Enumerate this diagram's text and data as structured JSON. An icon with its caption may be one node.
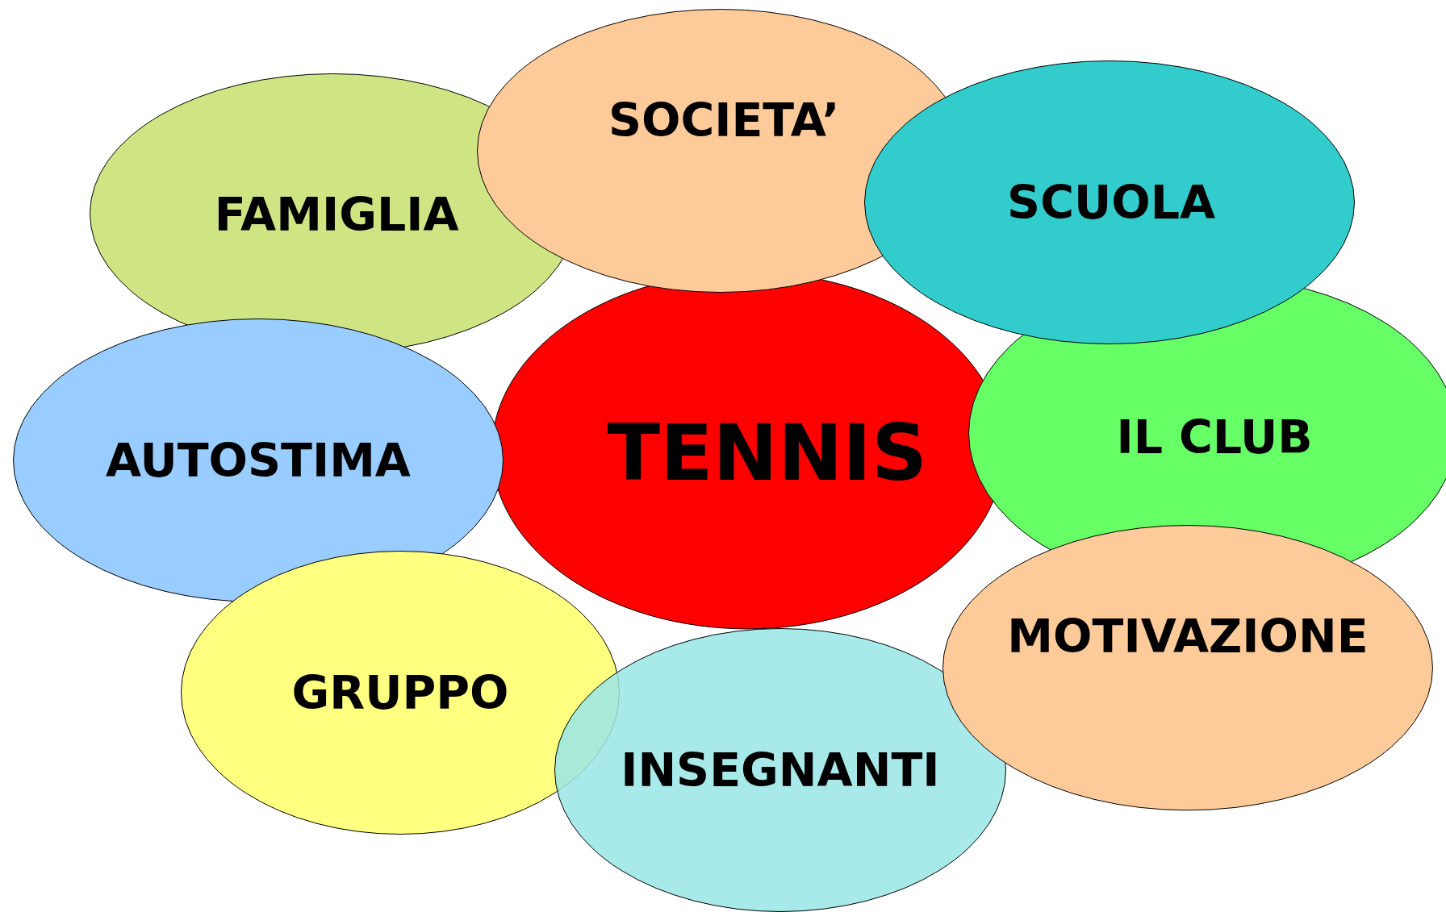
{
  "diagram": {
    "nodes": [
      {
        "text": [
          "SOCIETA’"
        ]
      },
      {
        "text": [
          "FAMIGLIA"
        ]
      },
      {
        "text": [
          "SCUOLA"
        ]
      },
      {
        "text": [
          "TENNIS"
        ]
      },
      {
        "text": [
          "IL CLUB"
        ]
      },
      {
        "text": [
          "AUTOSTIMA"
        ]
      },
      {
        "text": [
          "MOTIVAZIONE"
        ]
      },
      {
        "text": [
          "GRUPPO"
        ]
      },
      {
        "text": [
          "INSEGNANTI"
        ]
      }
    ]
  }
}
